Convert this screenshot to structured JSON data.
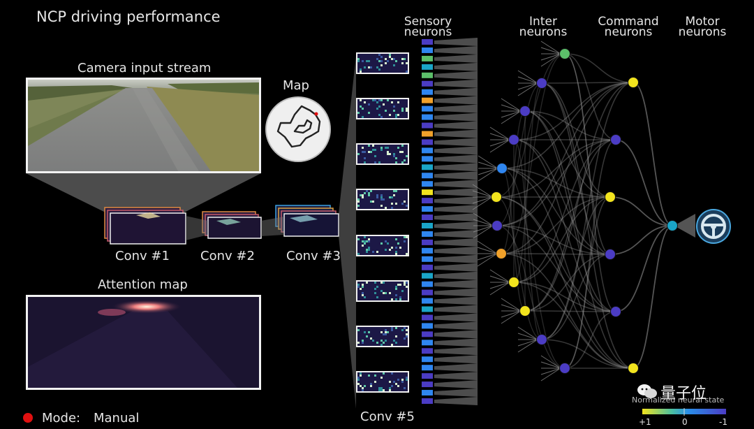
{
  "title": "NCP driving performance",
  "camera_label": "Camera input stream",
  "attention_label": "Attention map",
  "map_label": "Map",
  "conv_labels": [
    "Conv #1",
    "Conv #2",
    "Conv #3",
    "Conv #5"
  ],
  "headers": {
    "sensory": [
      "Sensory",
      "neurons"
    ],
    "inter": [
      "Inter",
      "neurons"
    ],
    "command": [
      "Command",
      "neurons"
    ],
    "motor": [
      "Motor",
      "neurons"
    ]
  },
  "mode": {
    "label": "Mode:",
    "value": "Manual",
    "indicator_color": "#e01010"
  },
  "legend": {
    "title": "Normalized neural state",
    "ticks": [
      "+1",
      "0",
      "-1"
    ]
  },
  "watermark": "量子位",
  "colors": {
    "yellow": "#f2e41e",
    "purple": "#4b3cc4",
    "blue": "#2f86f0",
    "cyan": "#1aa5c8",
    "green": "#5cbf6a",
    "orange": "#f1a12a",
    "teal": "#21b0b0"
  },
  "neurons": {
    "sensory_states": [
      "purple",
      "blue",
      "green",
      "cyan",
      "green",
      "purple",
      "blue",
      "orange",
      "blue",
      "blue",
      "purple",
      "orange",
      "purple",
      "blue",
      "blue",
      "cyan",
      "blue",
      "blue",
      "yellow",
      "purple",
      "blue",
      "purple",
      "cyan",
      "blue",
      "purple",
      "blue",
      "blue",
      "purple",
      "cyan",
      "blue",
      "purple",
      "blue",
      "cyan",
      "purple",
      "blue",
      "purple",
      "blue",
      "purple",
      "blue",
      "blue",
      "purple",
      "purple",
      "blue",
      "purple"
    ],
    "inter_states": [
      "green",
      "purple",
      "purple",
      "purple",
      "blue",
      "yellow",
      "purple",
      "orange",
      "yellow",
      "yellow",
      "purple",
      "purple"
    ],
    "command_states": [
      "yellow",
      "purple",
      "yellow",
      "purple",
      "purple",
      "yellow"
    ],
    "motor_states": [
      "cyan"
    ]
  }
}
